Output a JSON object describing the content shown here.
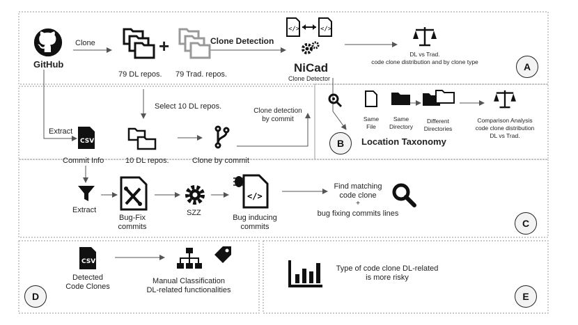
{
  "source": {
    "label": "GitHub",
    "clone_label": "Clone",
    "extract_label": "Extract"
  },
  "section_a": {
    "badge": "A",
    "dl_repos": "79 DL repos.",
    "trad_repos": "79 Trad. repos.",
    "plus": "+",
    "clone_detection": "Clone Detection",
    "nicad": "NiCad",
    "nicad_sub": "Clone Detector",
    "result_line1": "DL vs Trad.",
    "result_line2": "code clone distribution and by clone type"
  },
  "section_b": {
    "badge": "B",
    "title": "Location Taxonomy",
    "same_file": [
      "Same",
      "File"
    ],
    "same_dir": [
      "Same",
      "Directory"
    ],
    "diff_dirs": [
      "Different",
      "Directories"
    ],
    "comparison": [
      "Comparison Analysis",
      "code clone distribution",
      "DL vs Trad."
    ]
  },
  "section_commit": {
    "select_label": "Select 10 DL repos.",
    "clone_detection_by_commit": [
      "Clone detection",
      "by commit"
    ],
    "commit_info": "Commit Info",
    "ten_dl_repos": "10 DL repos.",
    "clone_by_commit": "Clone by commit"
  },
  "section_c": {
    "badge": "C",
    "extract": "Extract",
    "bug_fix": [
      "Bug-Fix",
      "commits"
    ],
    "szz": "SZZ",
    "bug_inducing": [
      "Bug inducing",
      "commits"
    ],
    "find": [
      "Find matching",
      "code clone",
      "+",
      "bug fixing commits lines"
    ]
  },
  "section_d": {
    "badge": "D",
    "detected": [
      "Detected",
      "Code Clones"
    ],
    "manual": [
      "Manual Classification",
      "DL-related functionalities"
    ]
  },
  "section_e": {
    "badge": "E",
    "text": [
      "Type of code clone DL-related",
      "is more risky"
    ]
  },
  "icons": [
    "github-icon",
    "folders-icon",
    "clone-detection-icon",
    "gear-icon",
    "scale-icon",
    "search-icon",
    "file-icon",
    "folder-icon",
    "csv-icon",
    "branch-icon",
    "filter-icon",
    "bug-fix-icon",
    "bug-code-icon",
    "hierarchy-icon",
    "tag-icon",
    "bar-chart-icon"
  ]
}
